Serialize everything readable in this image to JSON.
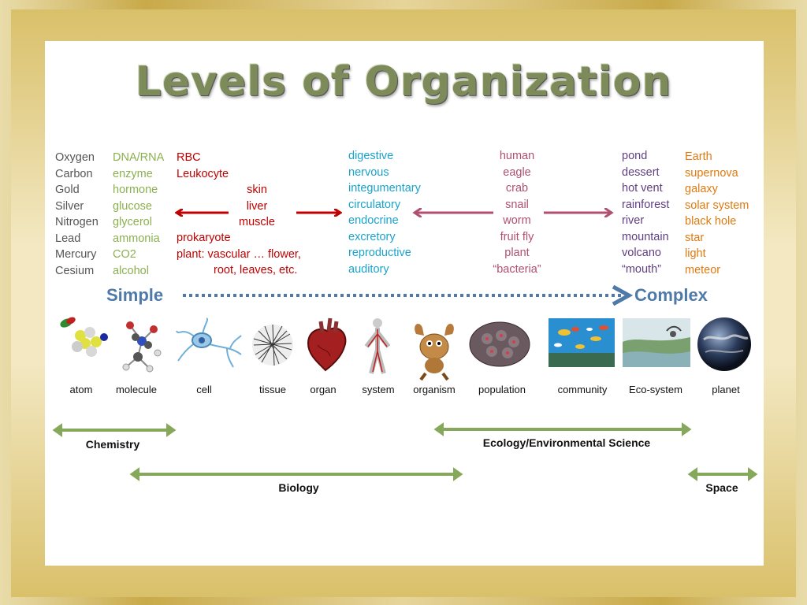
{
  "title": "Levels of Organization",
  "examples": {
    "atom": [
      "Oxygen",
      "Carbon",
      "Gold",
      "Silver",
      "Nitrogen",
      "Lead",
      "Mercury",
      "Cesium"
    ],
    "molecule": [
      "DNA/RNA",
      "enzyme",
      "hormone",
      "glucose",
      "glycerol",
      "ammonia",
      "CO2",
      "alcohol"
    ],
    "cell": [
      "RBC",
      "Leukocyte"
    ],
    "tissue_organ": [
      "skin",
      "liver",
      "muscle"
    ],
    "cell_types": [
      "prokaryote",
      "plant:  vascular … flower,",
      "root, leaves, etc."
    ],
    "systems": [
      "digestive",
      "nervous",
      "integumentary",
      "circulatory",
      "endocrine",
      "excretory",
      "reproductive",
      "auditory"
    ],
    "organisms": [
      "human",
      "eagle",
      "crab",
      "snail",
      "worm",
      "fruit fly",
      "plant",
      "“bacteria”"
    ],
    "ecosystems": [
      "pond",
      "dessert",
      "hot vent",
      "rainforest",
      "river",
      "mountain",
      "volcano",
      "“mouth”"
    ],
    "space": [
      "Earth",
      "supernova",
      "galaxy",
      "solar system",
      "black hole",
      "star",
      "light",
      "meteor"
    ]
  },
  "scale": {
    "simple": "Simple",
    "complex": "Complex"
  },
  "levels": [
    "atom",
    "molecule",
    "cell",
    "tissue",
    "organ",
    "system",
    "organism",
    "population",
    "community",
    "Eco-system",
    "planet"
  ],
  "disciplines": {
    "chemistry": "Chemistry",
    "ecology": "Ecology/Environmental Science",
    "biology": "Biology",
    "space": "Space"
  },
  "colors": {
    "atom": "#555555",
    "molecule": "#8cb050",
    "cell": "#c00000",
    "system": "#1aa3cc",
    "organism": "#b05070",
    "ecosystem": "#604080",
    "space": "#e07a10",
    "scale": "#4f7aa8",
    "bar": "#86a85a"
  }
}
